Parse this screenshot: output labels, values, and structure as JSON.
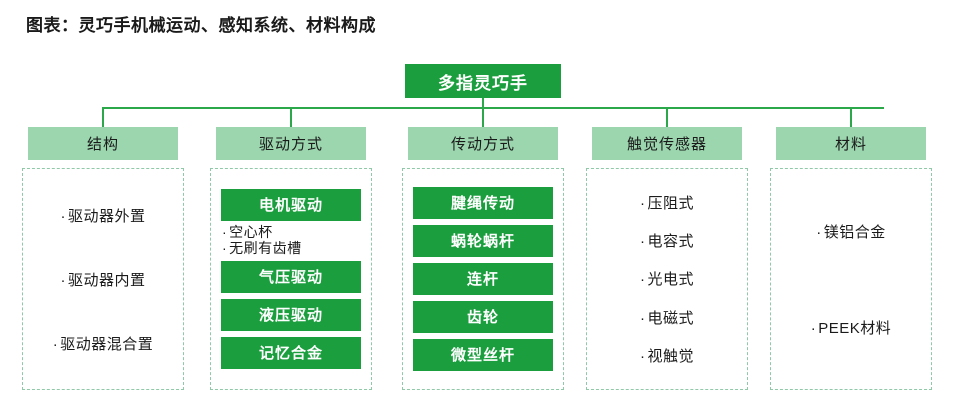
{
  "title": "图表：灵巧手机械运动、感知系统、材料构成",
  "colors": {
    "solid_green": "#1a9e3e",
    "header_green": "#9bd6ae",
    "dashed_border": "#8fc9a8",
    "connector": "#2aa84a",
    "text_dark": "#1b1b1b",
    "background": "#ffffff"
  },
  "root": {
    "label": "多指灵巧手"
  },
  "bullet_char": "·",
  "columns": [
    {
      "header": "结构",
      "body_type": "bullets",
      "items": [
        {
          "type": "bullet",
          "label": "驱动器外置"
        },
        {
          "type": "bullet",
          "label": "驱动器内置"
        },
        {
          "type": "bullet",
          "label": "驱动器混合置"
        }
      ]
    },
    {
      "header": "驱动方式",
      "body_type": "chips",
      "items": [
        {
          "type": "chip",
          "label": "电机驱动"
        },
        {
          "type": "subnotes",
          "labels": [
            "空心杯",
            "无刷有齿槽"
          ]
        },
        {
          "type": "chip",
          "label": "气压驱动"
        },
        {
          "type": "chip",
          "label": "液压驱动"
        },
        {
          "type": "chip",
          "label": "记忆合金"
        }
      ]
    },
    {
      "header": "传动方式",
      "body_type": "chips",
      "items": [
        {
          "type": "chip",
          "label": "腱绳传动"
        },
        {
          "type": "chip",
          "label": "蜗轮蜗杆"
        },
        {
          "type": "chip",
          "label": "连杆"
        },
        {
          "type": "chip",
          "label": "齿轮"
        },
        {
          "type": "chip",
          "label": "微型丝杆"
        }
      ]
    },
    {
      "header": "触觉传感器",
      "body_type": "bullets",
      "items": [
        {
          "type": "bullet",
          "label": "压阻式"
        },
        {
          "type": "bullet",
          "label": "电容式"
        },
        {
          "type": "bullet",
          "label": "光电式"
        },
        {
          "type": "bullet",
          "label": "电磁式"
        },
        {
          "type": "bullet",
          "label": "视触觉"
        }
      ]
    },
    {
      "header": "材料",
      "body_type": "bullets",
      "items": [
        {
          "type": "bullet",
          "label": "镁铝合金"
        },
        {
          "type": "bullet",
          "label": "PEEK材料"
        }
      ]
    }
  ]
}
